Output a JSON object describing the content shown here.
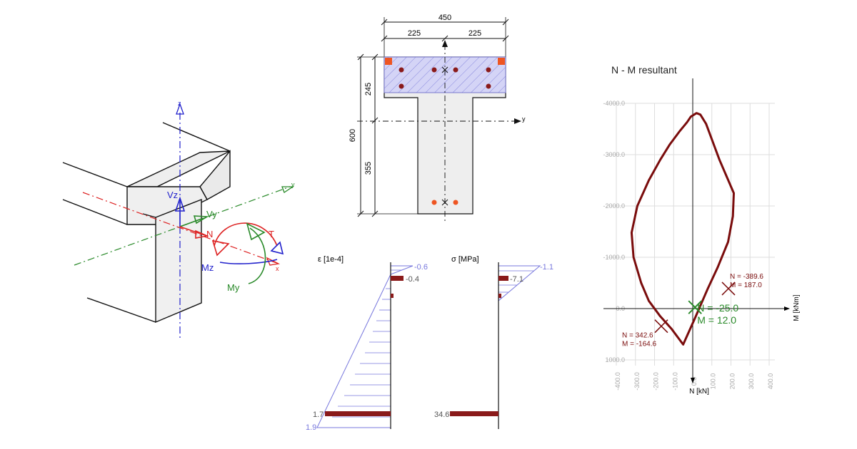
{
  "iso_view": {
    "axis_z": "z",
    "axis_y": "y",
    "axis_x": "x",
    "label_Vz": "Vz",
    "label_Vy": "Vy",
    "label_N": "N",
    "label_T": "T",
    "label_Mz": "Mz",
    "label_My": "My",
    "colors": {
      "z": "#2222cc",
      "y": "#2a8a2a",
      "x": "#dd2222",
      "body": "#efefef"
    }
  },
  "section": {
    "dim_total_width": "450",
    "dim_half_left": "225",
    "dim_half_right": "225",
    "dim_total_height": "600",
    "dim_top": "245",
    "dim_bottom": "355",
    "axis_y": "y",
    "compression_fill": "#b8b8ee",
    "rebar_color": "#8a1a1a",
    "rebar_tension_color": "#ee5522"
  },
  "strain": {
    "title": "ε [1e-4]",
    "label_top": "-0.6",
    "label_rebar_top": "-0.4",
    "label_rebar_bottom": "1.7",
    "label_bottom": "1.9"
  },
  "stress": {
    "title": "σ [MPa]",
    "label_top": "-1.1",
    "label_rebar_top": "-7.1",
    "label_rebar_bottom": "34.6"
  },
  "chart_data": {
    "type": "line",
    "title": "N - M resultant",
    "xlabel": "M [kNm]",
    "ylabel": "N [kN]",
    "x_ticks": [
      "-400.0",
      "-300.0",
      "-200.0",
      "-100.0",
      "0.0",
      "100.0",
      "200.0",
      "300.0",
      "400.0"
    ],
    "y_ticks": [
      "-4000.0",
      "-3000.0",
      "-2000.0",
      "-1000.0",
      "0.0",
      "1000.0"
    ],
    "xlim": [
      -430,
      430
    ],
    "ylim": [
      -4000,
      1000
    ],
    "y_inverted": true,
    "grid": true,
    "curve_color": "#7a0c0c",
    "interaction_curve": {
      "M": [
        20,
        40,
        70,
        100,
        140,
        215,
        210,
        185,
        130,
        80,
        10,
        -50,
        -110,
        -170,
        -230,
        -270,
        -310,
        -320,
        -290,
        -230,
        -170,
        -120,
        -70,
        -30,
        -10,
        20
      ],
      "N": [
        -3810,
        -3780,
        -3600,
        -3300,
        -2900,
        -2250,
        -1800,
        -1300,
        -800,
        -400,
        200,
        700,
        400,
        150,
        -150,
        -500,
        -1000,
        -1480,
        -2000,
        -2500,
        -2900,
        -3200,
        -3450,
        -3630,
        -3740,
        -3810
      ]
    },
    "load_point": {
      "label_N": "N = -25.0",
      "label_M": "M = 12.0",
      "N": -25.0,
      "M": 12.0,
      "color": "#2a8a2a"
    },
    "capacity_points": [
      {
        "label_N": "N = -389.6",
        "label_M": "M = 187.0",
        "N": -389.6,
        "M": 187.0
      },
      {
        "label_N": "N = 342.6",
        "label_M": "M = -164.6",
        "N": 342.6,
        "M": -164.6
      }
    ]
  }
}
